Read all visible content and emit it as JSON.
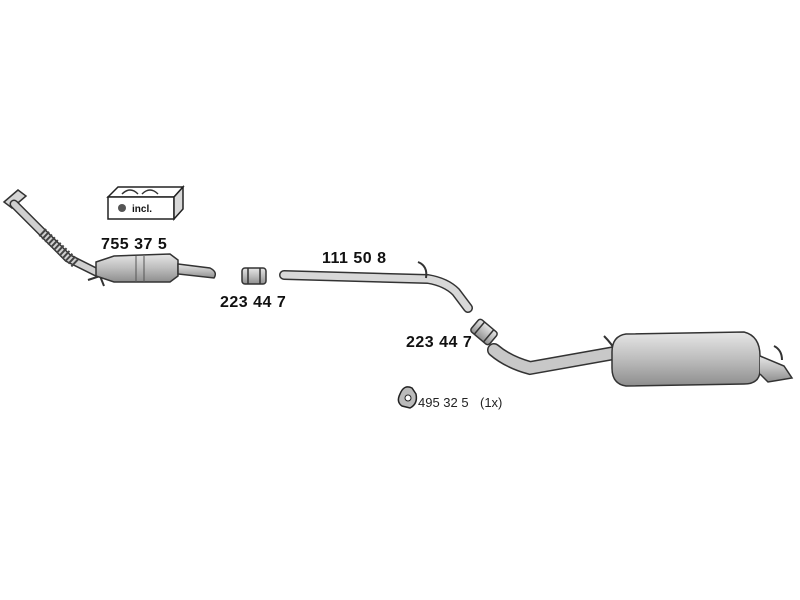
{
  "parts": {
    "catalytic_converter": {
      "number": "755 37 5"
    },
    "clamp_front": {
      "number": "223 44 7"
    },
    "middle_pipe": {
      "number": "111 50 8"
    },
    "clamp_rear": {
      "number": "223 44 7"
    },
    "rubber_mount": {
      "number": "495 32 5",
      "quantity": "(1x)"
    }
  },
  "kit_box": {
    "label": "incl."
  },
  "colors": {
    "part_fill": "#c9c9c9",
    "part_stroke": "#333333",
    "background": "#ffffff"
  }
}
